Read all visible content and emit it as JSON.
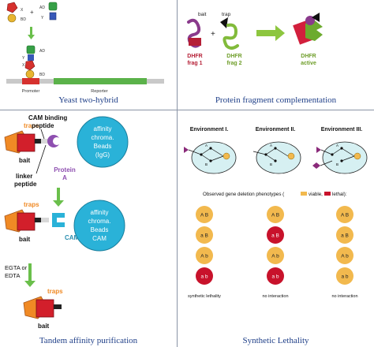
{
  "captions": {
    "top_left": "Yeast two-hybrid",
    "top_right": "Protein fragment complementation",
    "bottom_left": "Tandem affinity purification",
    "bottom_right": "Synthetic Lethality"
  },
  "y2h": {
    "x_label": "X",
    "bd_label": "BD",
    "ad_label": "AD",
    "y_label": "Y",
    "promoter": "Promoter",
    "reporter": "Reporter"
  },
  "pfc": {
    "bait": "bait",
    "trap": "trap",
    "plus": "+",
    "frag1_line1": "DHFR",
    "frag1_line2": "frag 1",
    "frag2_line1": "DHFR",
    "frag2_line2": "frag 2",
    "active_line1": "DHFR",
    "active_line2": "active"
  },
  "tap": {
    "traps": "traps",
    "bait": "bait",
    "cam_binding_line1": "CAM binding",
    "cam_binding_line2": "peptide",
    "linker_line1": "linker",
    "linker_line2": "peptide",
    "protein_a_line1": "Protein",
    "protein_a_line2": "A",
    "beads1": [
      "affinity",
      "chroma.",
      "Beads",
      "(IgG)"
    ],
    "beads2": [
      "affinity",
      "chroma.",
      "Beads",
      "CAM"
    ],
    "cam": "CAM",
    "egta_line1": "EGTA or",
    "egta_line2": "EDTA"
  },
  "sl": {
    "env1": "Environment I.",
    "env2": "Environment II.",
    "env3": "Environment III.",
    "phenotype_prefix": "Observed gene deletion phenotypes (",
    "viable": "viable,",
    "lethal": "lethal):",
    "env1_caption": "synthetic lethality",
    "env2_caption": "no interaction",
    "env3_caption": "no interaction",
    "env1_cells": [
      "A B",
      "a B",
      "A b",
      "a b"
    ],
    "env2_cells": [
      "A B",
      "a B",
      "A b",
      "a b"
    ],
    "env3_cells": [
      "A B",
      "a B",
      "A b",
      "a b"
    ],
    "env1_states": [
      "viable",
      "viable",
      "viable",
      "lethal"
    ],
    "env2_states": [
      "viable",
      "lethal",
      "viable",
      "lethal"
    ],
    "env3_states": [
      "viable",
      "viable",
      "viable",
      "viable"
    ],
    "colors": {
      "viable": "#f2b94e",
      "lethal": "#c8122b"
    }
  }
}
